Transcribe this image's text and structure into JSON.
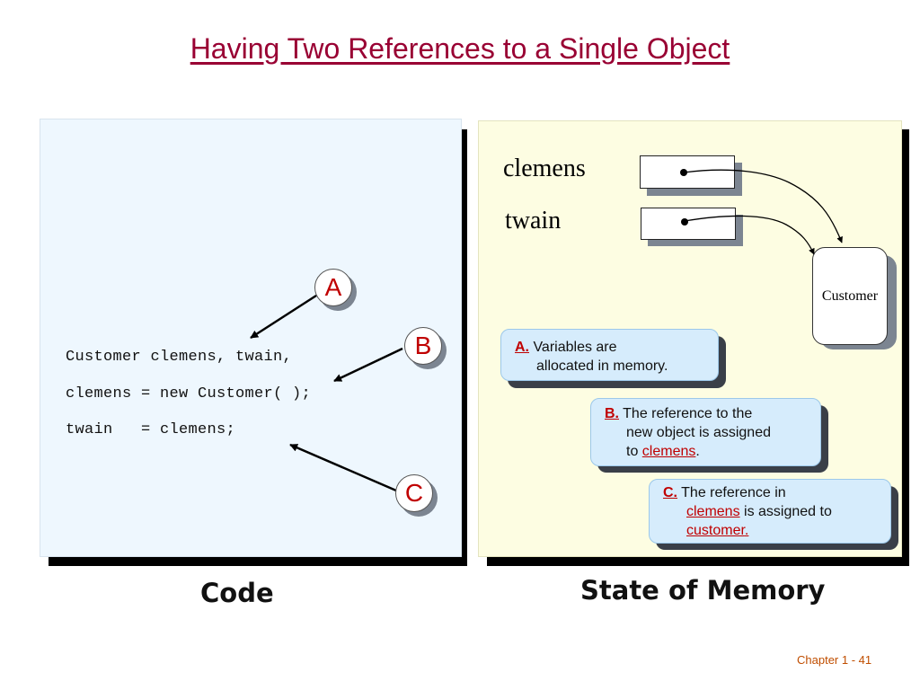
{
  "title": "Having Two References to a Single Object",
  "code": {
    "lines": [
      "Customer clemens, twain,",
      "clemens = new Customer( );",
      "twain   = clemens;"
    ],
    "caption": "Code"
  },
  "memory": {
    "var1": "clemens",
    "var2": "twain",
    "object_label": "Customer",
    "caption": "State of Memory"
  },
  "markers": {
    "a": "A",
    "b": "B",
    "c": "C"
  },
  "notes": {
    "a": {
      "label": "A.",
      "text1": " Variables are",
      "text2": "allocated in memory."
    },
    "b": {
      "label": "B.",
      "text1": " The reference to the",
      "text2": "new object is assigned",
      "text3a": "to ",
      "var": "clemens",
      "text3b": "."
    },
    "c": {
      "label": "C.",
      "text1": " The reference in",
      "var1": "clemens",
      "text2": " is assigned to",
      "var2": "customer",
      "text3": "."
    }
  },
  "footer": "Chapter 1 - 41",
  "colors": {
    "title": "#990033",
    "accent_red": "#c00000",
    "code_bg": "#eef7fe",
    "memory_bg": "#fdfde2",
    "note_bg": "#d6ecfc",
    "footer": "#c04e00"
  }
}
